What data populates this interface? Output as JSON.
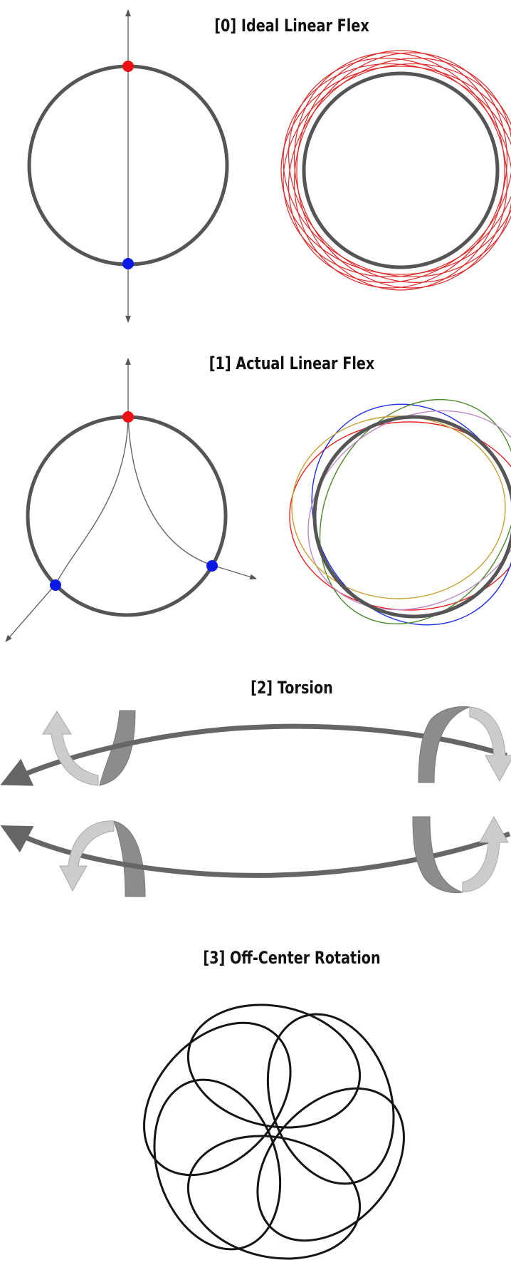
{
  "sections": [
    {
      "title": "[0] Ideal Linear Flex"
    },
    {
      "title": "[1] Actual Linear Flex"
    },
    {
      "title": "[2] Torsion"
    },
    {
      "title": "[3] Off-Center Rotation"
    }
  ],
  "colors": {
    "ring": "#555555",
    "axis": "#666666",
    "top_point": "#ee1111",
    "bottom_point": "#0b18e6",
    "ideal_ellipses": "#dd2a2a",
    "actual_ellipses": [
      "#ee2222",
      "#1b2ee6",
      "#4a8a2a",
      "#c08ac6",
      "#c8a030"
    ],
    "torsion_dark": "#8c8c8c",
    "torsion_light": "#cccccc",
    "torsion_arrow": "#666666",
    "rotation_loops": "#151515"
  }
}
